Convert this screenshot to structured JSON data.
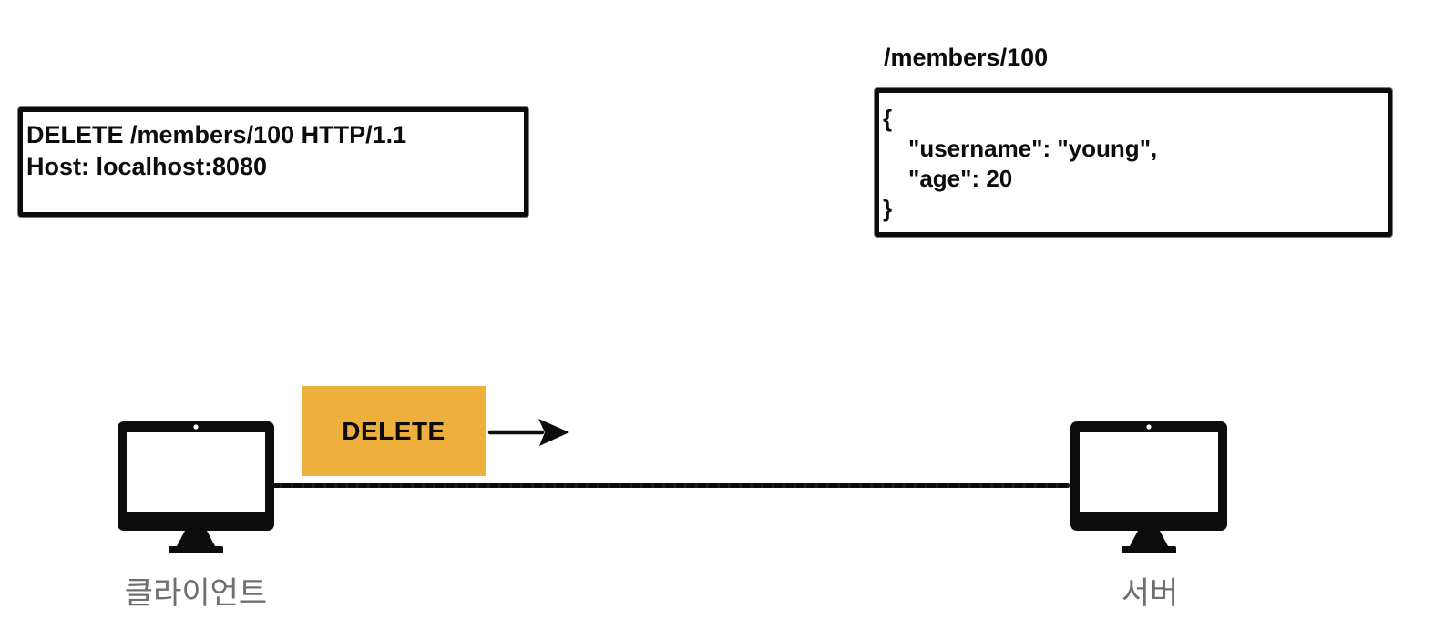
{
  "request_box": {
    "lines": [
      "DELETE /members/100 HTTP/1.1",
      "Host: localhost:8080"
    ]
  },
  "resource_box": {
    "title": "/members/100",
    "lines": [
      "{",
      "\"username\": \"young\",",
      "\"age\": 20",
      "}"
    ]
  },
  "flow": {
    "method_label": "DELETE"
  },
  "nodes": {
    "client": {
      "label": "클라이언트",
      "icon": "monitor-icon"
    },
    "server": {
      "label": "서버",
      "icon": "monitor-icon"
    }
  },
  "icons": {
    "arrow": "arrow-right-icon"
  },
  "colors": {
    "method_badge": "#EFAF3C",
    "node_label": "#6F6F6F",
    "ink": "#0C0C0C",
    "background": "#FFFFFF"
  }
}
